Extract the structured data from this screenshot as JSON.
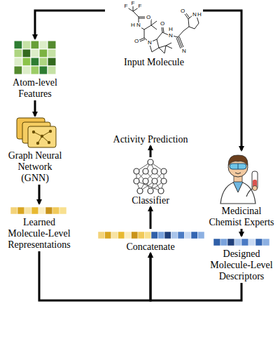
{
  "diagram": {
    "nodes": [
      {
        "text": [
          "Input Molecule"
        ]
      },
      {
        "text": [
          "Atom-level Features"
        ]
      },
      {
        "text": [
          "Graph Neural Network (GNN)"
        ]
      },
      {
        "text": [
          "Learned Molecule-Level Representations"
        ]
      },
      {
        "text": [
          "Activity Prediction"
        ]
      },
      {
        "text": [
          "Classifier"
        ]
      },
      {
        "text": [
          "Concatenate"
        ]
      },
      {
        "text": [
          "Medicinal Chemist Experts"
        ]
      },
      {
        "text": [
          "Designed Molecule-Level Descriptors"
        ]
      }
    ],
    "edges": [
      {
        "from": 0,
        "to": 1,
        "arrow": "to"
      },
      {
        "from": 0,
        "to": 7,
        "arrow": "to"
      },
      {
        "from": 1,
        "to": 2,
        "arrow": "to"
      },
      {
        "from": 2,
        "to": 3,
        "arrow": "to"
      },
      {
        "from": 3,
        "to": 6,
        "arrow": "to"
      },
      {
        "from": 8,
        "to": 6,
        "arrow": "to"
      },
      {
        "from": 7,
        "to": 8,
        "arrow": "to"
      },
      {
        "from": 6,
        "to": 5,
        "arrow": "to"
      },
      {
        "from": 5,
        "to": 4,
        "arrow": "to"
      }
    ],
    "labels": [
      "F",
      "F",
      "F",
      "O",
      "H",
      "N",
      "O",
      "N",
      "O",
      "H",
      "N",
      "N",
      "O",
      "N",
      "H"
    ]
  }
}
